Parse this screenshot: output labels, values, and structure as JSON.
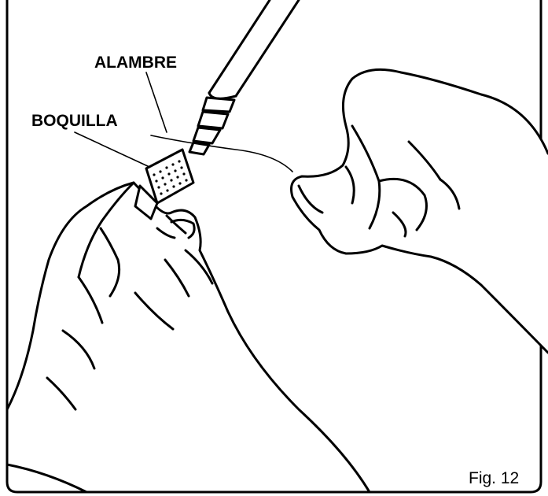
{
  "labels": {
    "wire": "ALAMBRE",
    "nozzle": "BOQUILLA"
  },
  "caption": "Fig. 12",
  "colors": {
    "ink": "#000000",
    "background": "#ffffff"
  }
}
